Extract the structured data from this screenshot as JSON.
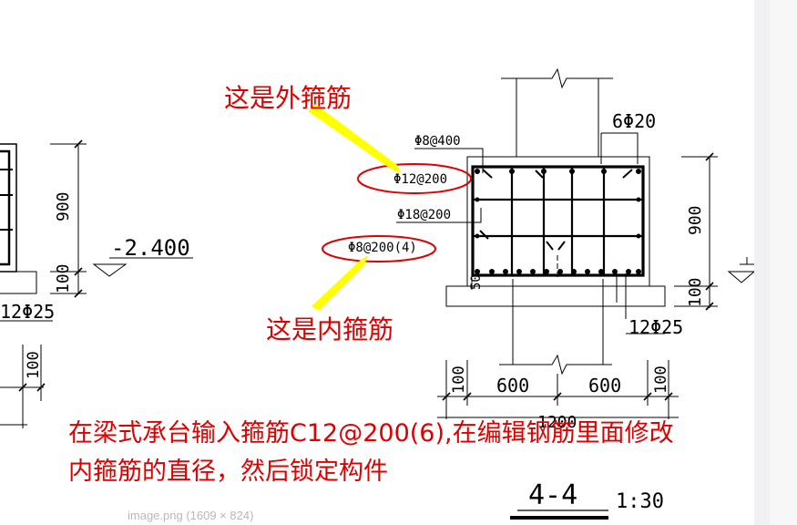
{
  "drawing": {
    "level_mark": "-2.400",
    "left_dims": {
      "height_900": "900",
      "height_100": "100",
      "bottom_100": "100"
    },
    "left_rebar": "12Φ25",
    "rebar_labels": {
      "top": "Φ8@400",
      "outer": "Φ12@200",
      "middle": "Φ18@200",
      "inner": "Φ8@200(4)",
      "top_right": "6Φ20",
      "bottom_right": "12Φ25",
      "cover": "50"
    },
    "right_dims": {
      "height_900": "900",
      "height_100": "100"
    },
    "bottom_dims": {
      "left_100": "100",
      "left_600": "600",
      "right_600": "600",
      "right_100": "100",
      "total": "1200"
    },
    "section_title": "4-4",
    "section_scale": "1:30"
  },
  "annotations": {
    "outer_stirrup": "这是外箍筋",
    "inner_stirrup": "这是内箍筋",
    "note_line1": "在梁式承台输入箍筋C12@200(6),在编辑钢筋里面修改",
    "note_line2": "内箍筋的直径，然后锁定构件"
  },
  "caption": "image.png (1609 × 824)",
  "colors": {
    "annotation": "#e00000",
    "arrow": "#ffff00",
    "line": "#000000"
  }
}
